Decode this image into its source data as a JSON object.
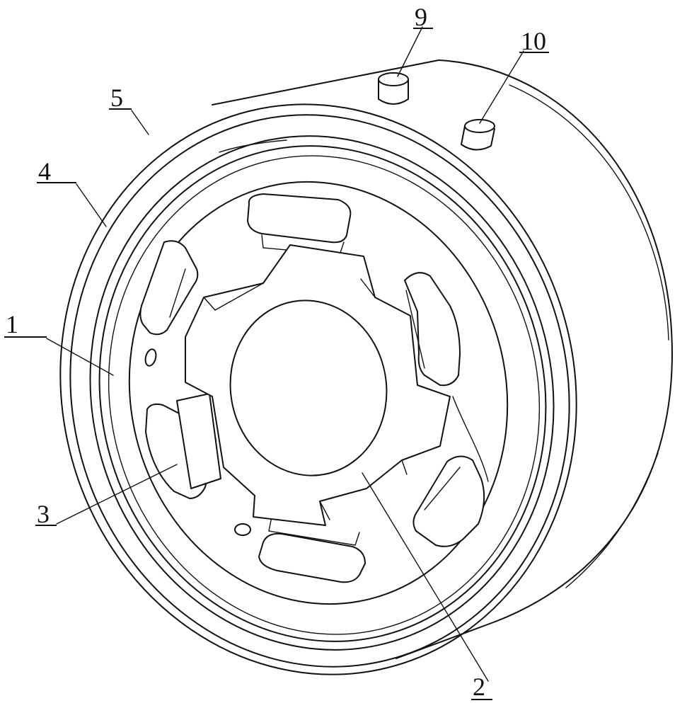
{
  "figure": {
    "labels": {
      "part_1": "1",
      "part_2": "2",
      "part_3": "3",
      "part_4": "4",
      "part_5": "5",
      "part_9": "9",
      "part_10": "10"
    },
    "line_color": "#111111",
    "background": "#ffffff"
  }
}
